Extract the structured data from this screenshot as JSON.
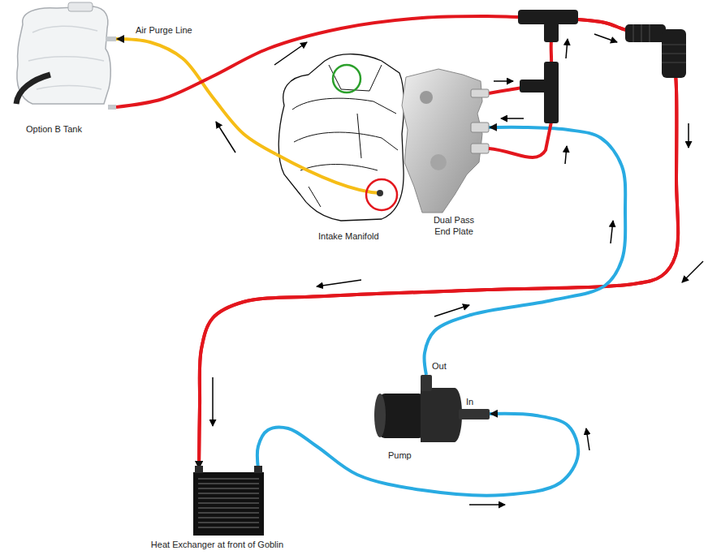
{
  "diagram": {
    "nodes": [
      {
        "text": [
          "Option B Tank"
        ]
      },
      {
        "text": [
          "Intake Manifold"
        ]
      },
      {
        "text": [
          "Dual Pass End Plate"
        ]
      },
      {
        "text": [
          "Pump"
        ]
      },
      {
        "text": [
          "Heat Exchanger at front of Goblin"
        ]
      }
    ],
    "edges": [
      {
        "from": 1,
        "to": 0,
        "arrow": "to",
        "label": "Air Purge Line"
      },
      {
        "from": 0,
        "to": 4,
        "arrow": "to"
      },
      {
        "from": 2,
        "to": 4,
        "arrow": "to"
      },
      {
        "from": 4,
        "to": 3,
        "arrow": "to"
      },
      {
        "from": 3,
        "to": 2,
        "arrow": "to"
      }
    ],
    "labels": [
      "Out",
      "In"
    ]
  }
}
